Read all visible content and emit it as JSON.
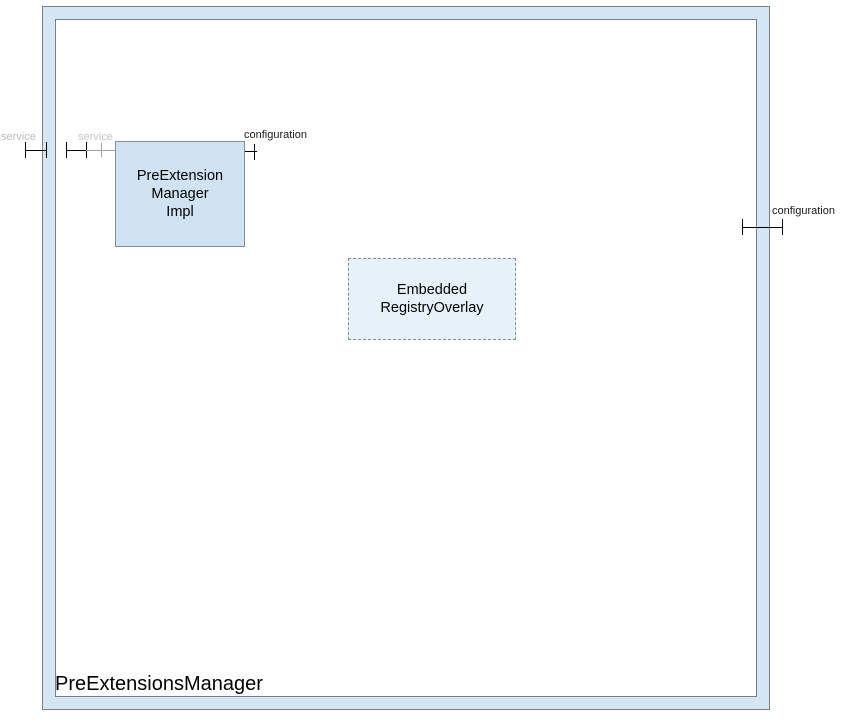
{
  "diagram": {
    "type": "uml-composite-structure",
    "title": "PreExtensionsManager",
    "frame_label": "PreExtensionsManager",
    "colors": {
      "frame_band": "#d4e6f4",
      "frame_border": "#7d7d85",
      "component_fill": "#cfe3f2",
      "component_border": "#8b8b92",
      "overlay_fill": "#e6f1fa",
      "overlay_border": "#8b8b92",
      "canvas": "#ffffff",
      "port_stroke": "#000000",
      "port_stroke_faint": "#9aa0a6"
    },
    "components": [
      {
        "id": "preextensionmanagerimpl",
        "label": "PreExtension\nManager\nImpl",
        "style": "solid"
      },
      {
        "id": "embeddedregistryoverlay",
        "label": "Embedded\nRegistryOverlay",
        "style": "dashed"
      }
    ],
    "ports": [
      {
        "id": "service-outer-left",
        "label": "service",
        "side": "left",
        "state": "faded"
      },
      {
        "id": "service-inner-left",
        "label": "service",
        "side": "left",
        "state": "faded"
      },
      {
        "id": "configuration-component",
        "label": "configuration",
        "side": "right",
        "state": "normal"
      },
      {
        "id": "configuration-frame-right",
        "label": "configuration",
        "side": "right",
        "state": "normal"
      }
    ]
  }
}
